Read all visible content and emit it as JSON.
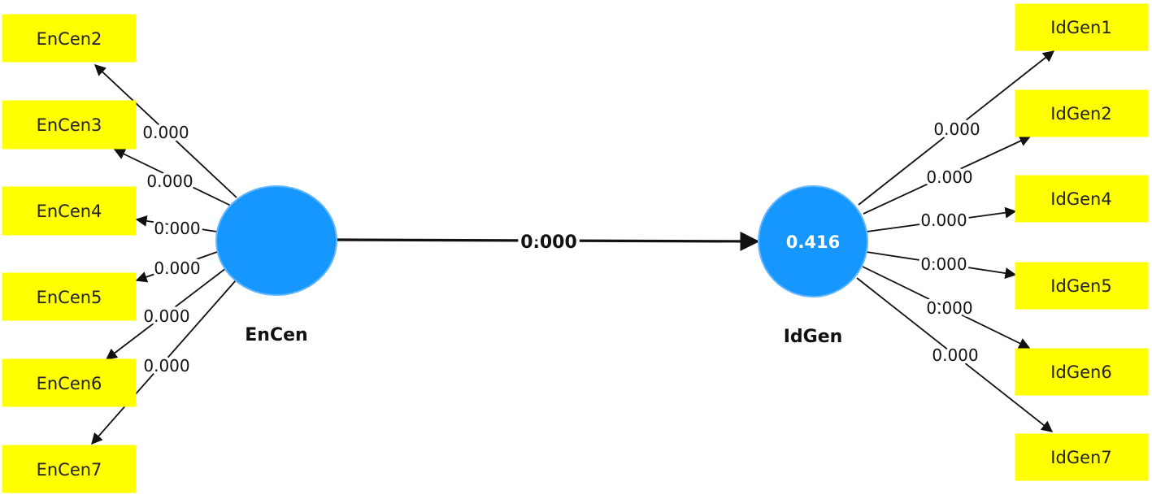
{
  "constructs": {
    "encen": {
      "name": "EnCen",
      "value": "",
      "indicators": [
        {
          "name": "EnCen2",
          "loading": "0.000"
        },
        {
          "name": "EnCen3",
          "loading": "0.000"
        },
        {
          "name": "EnCen4",
          "loading": "0.000"
        },
        {
          "name": "EnCen5",
          "loading": "0.000"
        },
        {
          "name": "EnCen6",
          "loading": "0.000"
        },
        {
          "name": "EnCen7",
          "loading": "0.000"
        }
      ]
    },
    "idgen": {
      "name": "IdGen",
      "value": "0.416",
      "indicators": [
        {
          "name": "IdGen1",
          "loading": "0.000"
        },
        {
          "name": "IdGen2",
          "loading": "0.000"
        },
        {
          "name": "IdGen4",
          "loading": "0.000"
        },
        {
          "name": "IdGen5",
          "loading": "0.000"
        },
        {
          "name": "IdGen6",
          "loading": "0.000"
        },
        {
          "name": "IdGen7",
          "loading": "0.000"
        }
      ]
    }
  },
  "path": {
    "from": "EnCen",
    "to": "IdGen",
    "coefficient": "0.000"
  },
  "colors": {
    "indicator_fill": "#ffff00",
    "construct_fill": "#1597ff",
    "line": "#111111"
  }
}
